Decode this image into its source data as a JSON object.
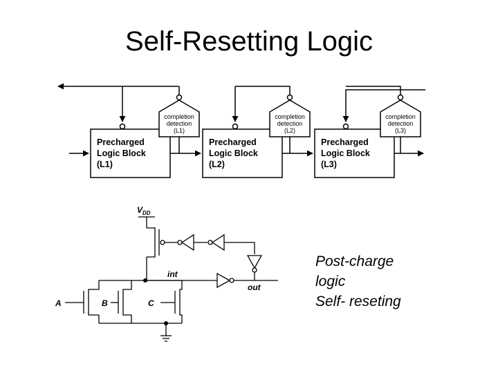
{
  "slide": {
    "title": "Self-Resetting Logic"
  },
  "pipeline": {
    "blocks": [
      {
        "line1": "Precharged",
        "line2": "Logic Block",
        "line3": "(L1)",
        "detector_line1": "completion",
        "detector_line2": "detection",
        "detector_line3": "(L1)"
      },
      {
        "line1": "Precharged",
        "line2": "Logic Block",
        "line3": "(L2)",
        "detector_line1": "completion",
        "detector_line2": "detection",
        "detector_line3": "(L2)"
      },
      {
        "line1": "Precharged",
        "line2": "Logic Block",
        "line3": "(L3)",
        "detector_line1": "completion",
        "detector_line2": "detection",
        "detector_line3": "(L3)"
      }
    ]
  },
  "circuit": {
    "vdd": "V",
    "vdd_sub": "DD",
    "node_int": "int",
    "output": "out",
    "inputs": [
      "A",
      "B",
      "C"
    ]
  },
  "notes": [
    "Post-charge",
    "logic",
    "Self- reseting"
  ]
}
